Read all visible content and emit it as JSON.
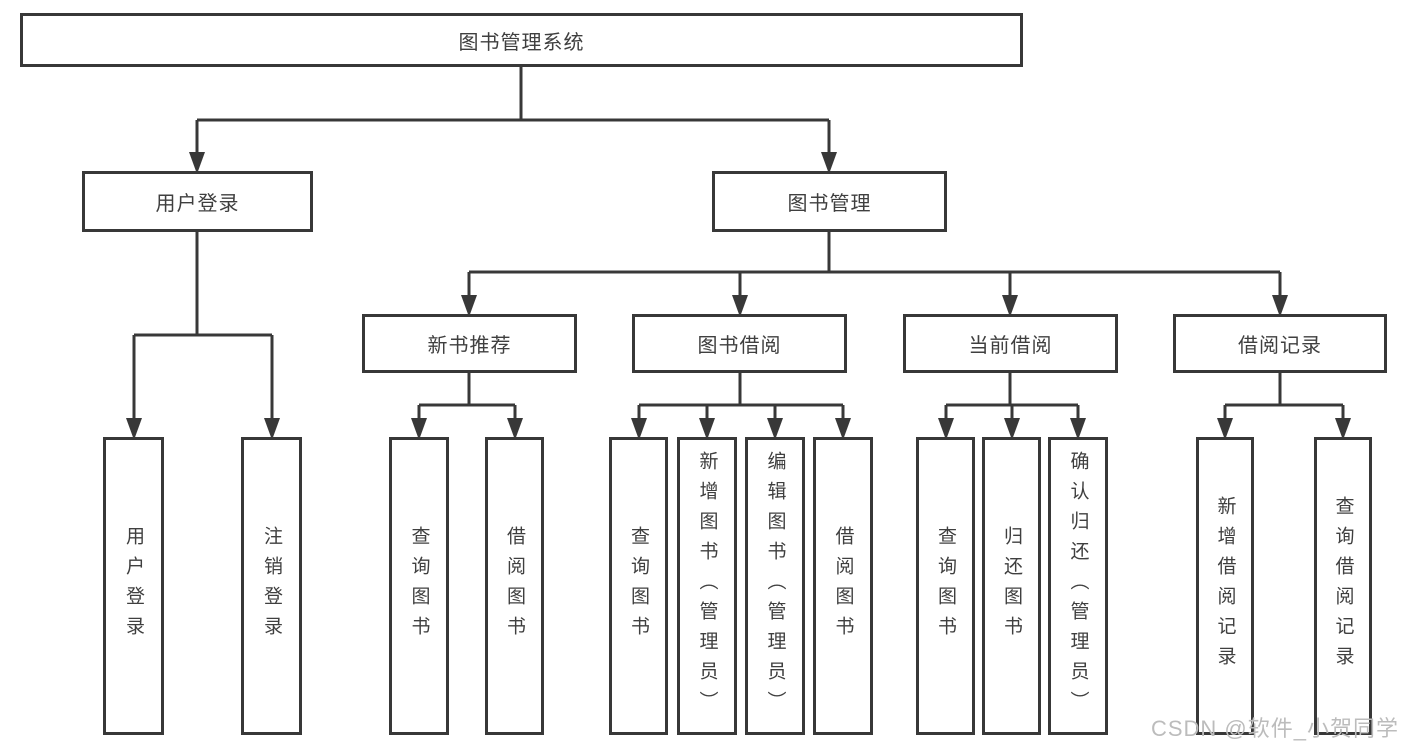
{
  "diagram": {
    "root": {
      "label": "图书管理系统"
    },
    "level2": {
      "user_login": {
        "label": "用户登录"
      },
      "book_mgmt": {
        "label": "图书管理"
      }
    },
    "level3": {
      "new_book_rec": {
        "label": "新书推荐"
      },
      "book_borrow": {
        "label": "图书借阅"
      },
      "current_borrow": {
        "label": "当前借阅"
      },
      "borrow_records": {
        "label": "借阅记录"
      }
    },
    "leaves": {
      "login": {
        "label": "用户登录"
      },
      "logout": {
        "label": "注销登录"
      },
      "nbr_query": {
        "label": "查询图书"
      },
      "nbr_borrow": {
        "label": "借阅图书"
      },
      "bb_query": {
        "label": "查询图书"
      },
      "bb_add": {
        "label": "新增图书（管理员）"
      },
      "bb_edit": {
        "label": "编辑图书（管理员）"
      },
      "bb_borrow": {
        "label": "借阅图书"
      },
      "cb_query": {
        "label": "查询图书"
      },
      "cb_return": {
        "label": "归还图书"
      },
      "cb_confirm": {
        "label": "确认归还（管理员）"
      },
      "br_add": {
        "label": "新增借阅记录"
      },
      "br_query": {
        "label": "查询借阅记录"
      }
    }
  },
  "watermark": {
    "text": "CSDN @软件_小贺同学"
  },
  "colors": {
    "line": "#383838",
    "text": "#3f3f3f",
    "watermark": "#bcbcbc",
    "background": "#ffffff"
  }
}
